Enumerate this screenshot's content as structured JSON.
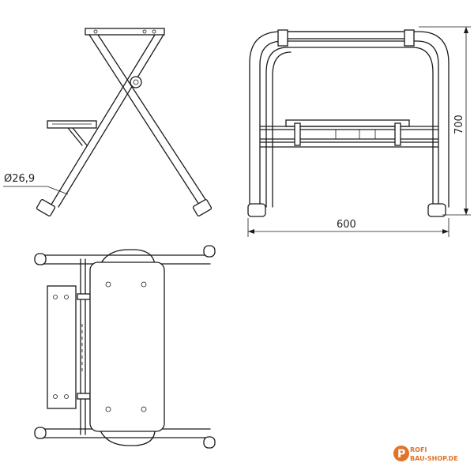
{
  "dimensions": {
    "diameter": "Ø26,9",
    "width": "600",
    "height": "700"
  },
  "logo": {
    "line1": "ROFI",
    "line2": "BAU-SHOP.DE",
    "color_orange": "#e0742a",
    "color_dark": "#6b6b6b"
  }
}
